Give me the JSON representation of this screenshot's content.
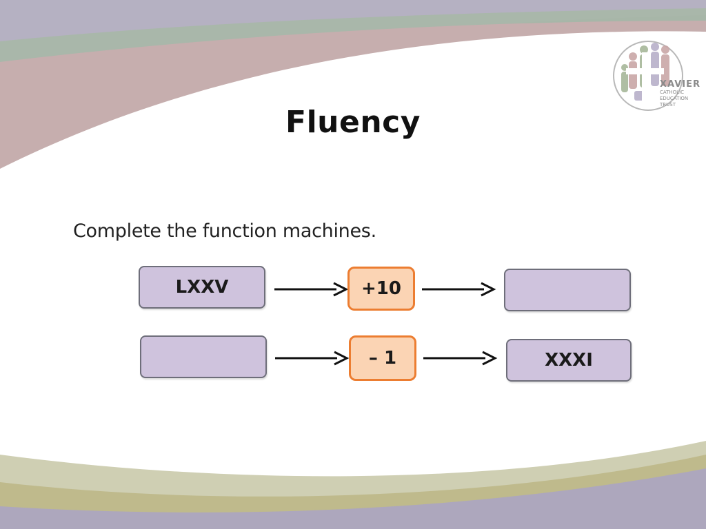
{
  "slide": {
    "title": "Fluency",
    "instruction": "Complete the function machines."
  },
  "logo": {
    "name": "XAVIER",
    "line1": "CATHOLIC",
    "line2": "EDUCATION",
    "line3": "TRUST"
  },
  "machines": [
    {
      "input": "LXXV",
      "operation": "+10",
      "output": ""
    },
    {
      "input": "",
      "operation": "– 1",
      "output": "XXXI"
    }
  ],
  "colors": {
    "box_fill": "#cfc3dd",
    "operation_fill": "#fbd4b4",
    "operation_border": "#ec7d31"
  }
}
